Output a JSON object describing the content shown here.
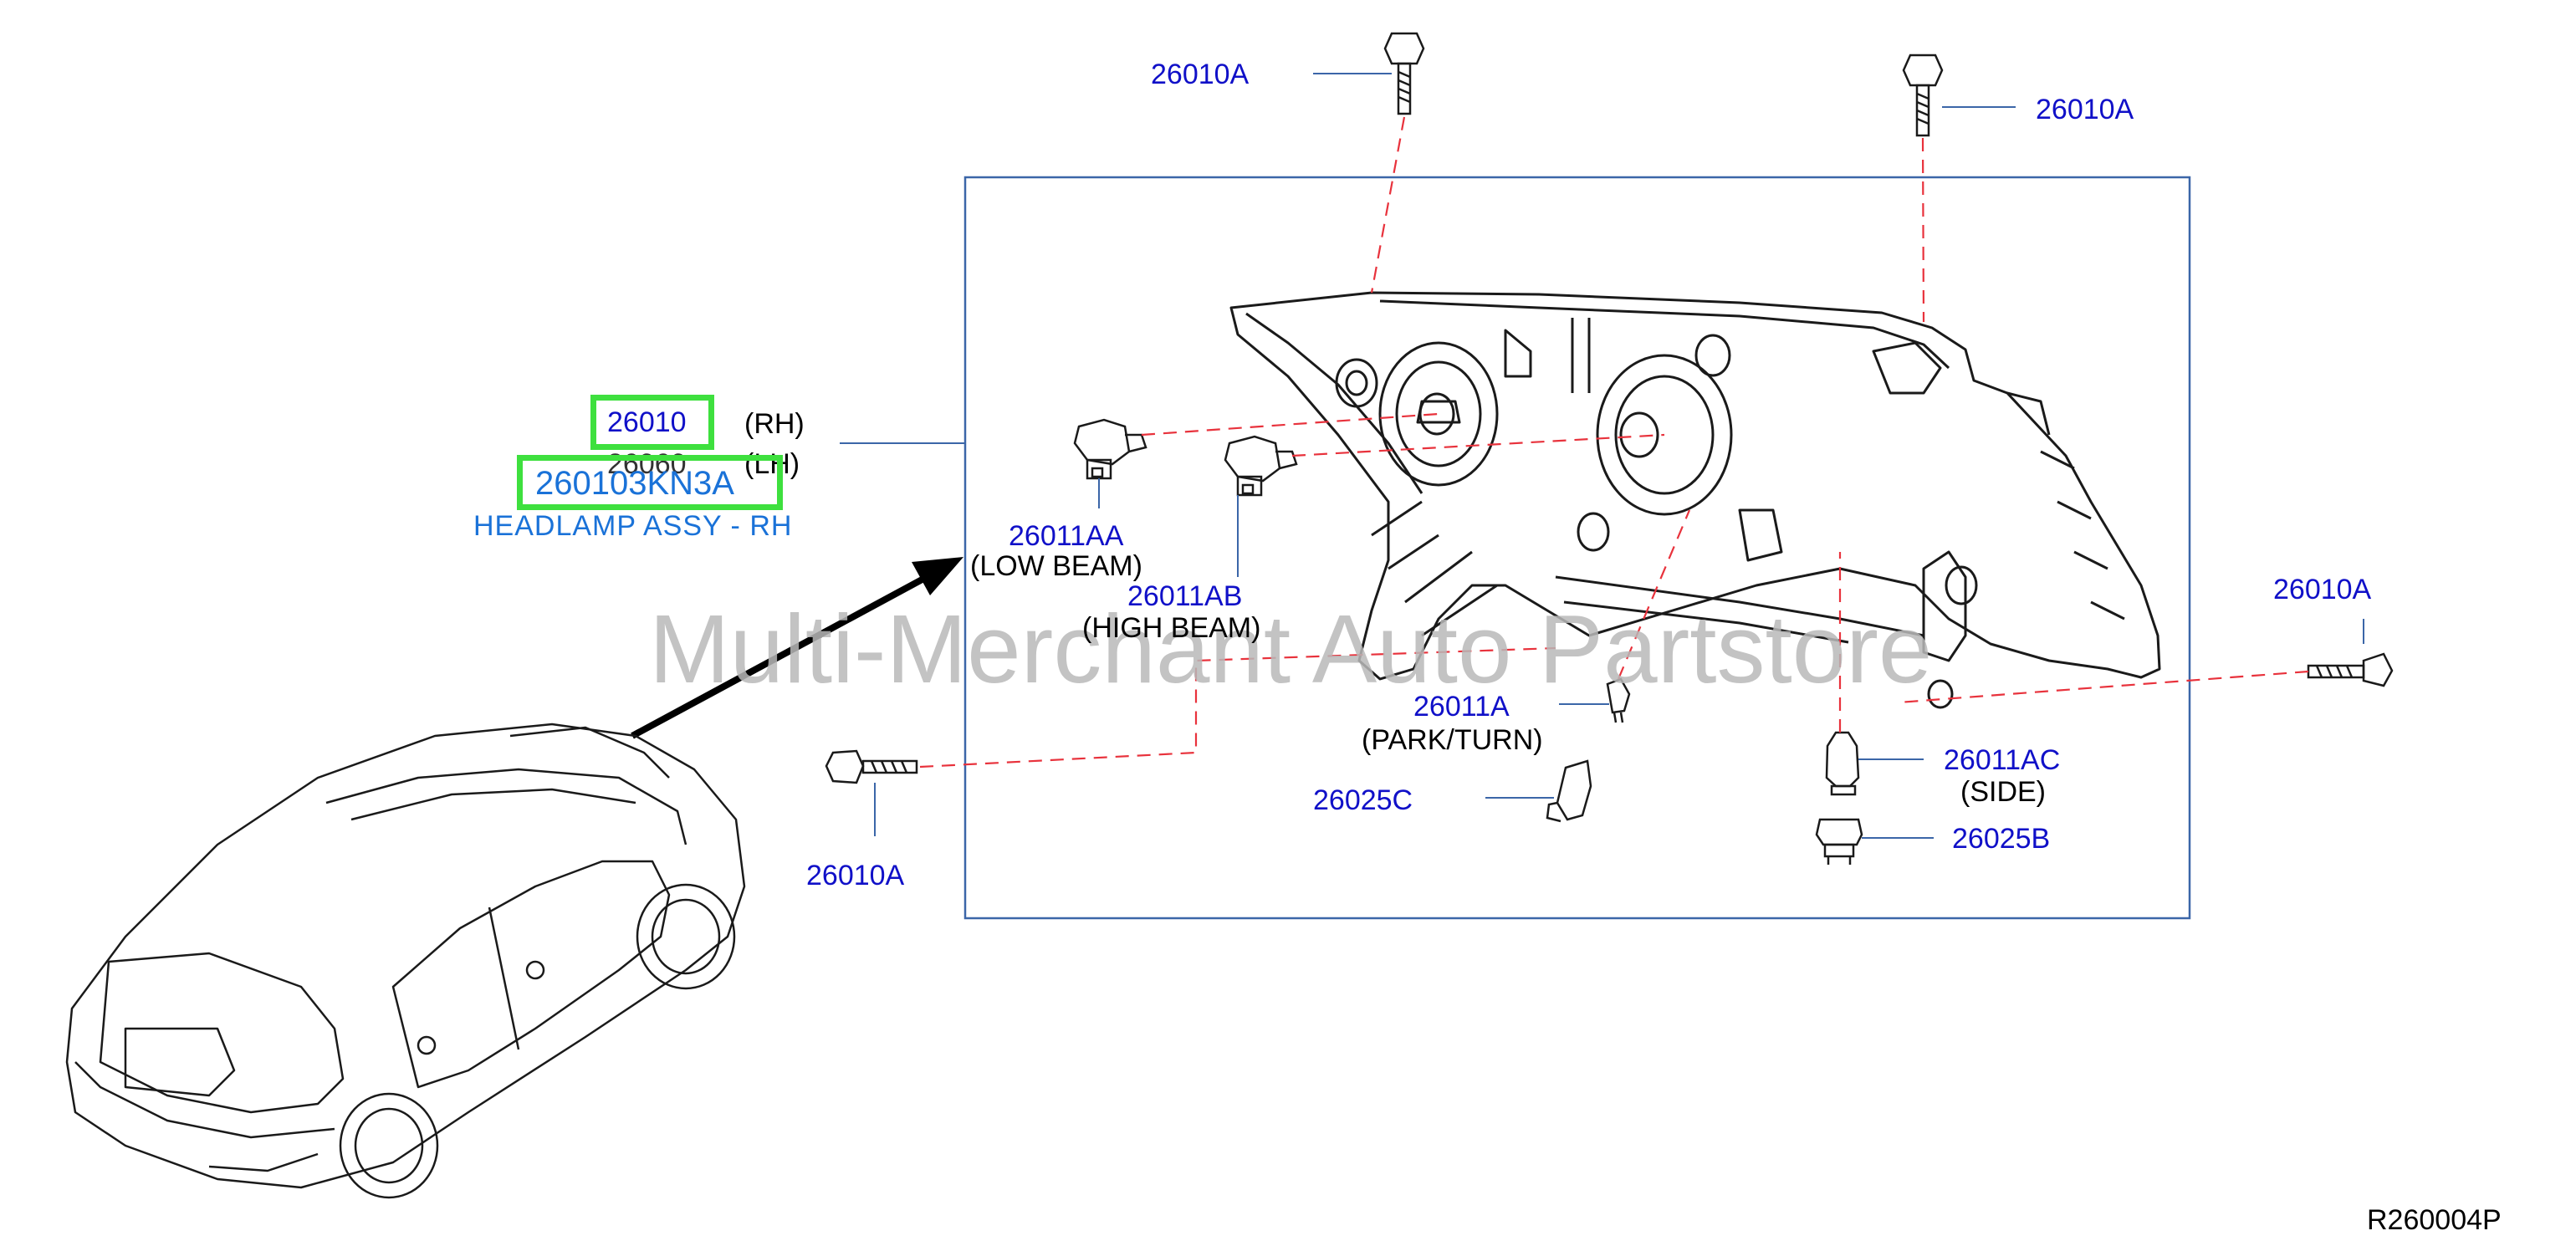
{
  "callouts": {
    "bolt_top_left": "26010A",
    "bolt_top_right": "26010A",
    "bolt_right": "26010A",
    "bolt_bottom_left": "26010A",
    "bulb_low": "26011AA",
    "bulb_high": "26011AB",
    "bulb_park": "26011A",
    "bulb_side": "26011AC",
    "socket_c": "26025C",
    "socket_b": "26025B"
  },
  "descriptions": {
    "low_beam": "(LOW   BEAM)",
    "high_beam": "(HIGH   BEAM)",
    "park_turn": "(PARK/TURN)",
    "side": "(SIDE)"
  },
  "assembly": {
    "rh_number": "26010",
    "rh_side": "(RH)",
    "lh_number": "26060",
    "lh_side": "(LH)",
    "highlighted_part_number": "260103KN3A",
    "name": "HEADLAMP ASSY - RH"
  },
  "watermark": "Multi-Merchant Auto Partstore",
  "reference_code": "R260004P",
  "colors": {
    "part_label": "#1010c8",
    "highlight": "#3ee03e",
    "link_blue": "#1a72d8",
    "box_border": "#3b66a8",
    "dash_red": "#e8323c"
  }
}
